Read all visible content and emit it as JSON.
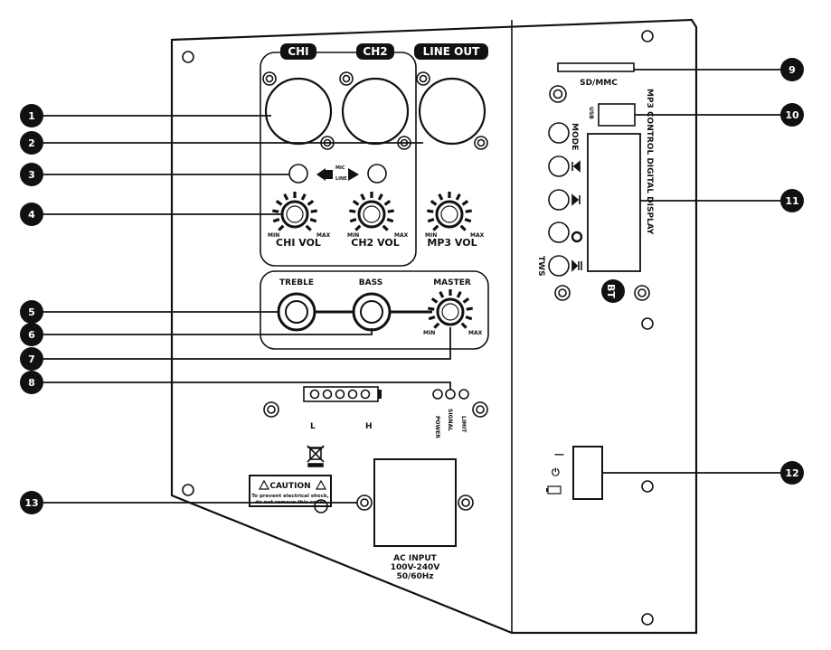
{
  "panel": {
    "jack_headers": {
      "ch1": "CHI",
      "ch2": "CH2",
      "line_out": "LINE OUT"
    },
    "mic_line": {
      "mic": "MIC",
      "line": "LINE"
    },
    "knobs": {
      "ch1_vol": "CHI VOL",
      "ch2_vol": "CH2 VOL",
      "mp3_vol": "MP3 VOL",
      "min": "MIN",
      "max": "MAX",
      "treble": "TREBLE",
      "bass": "BASS",
      "master": "MASTER"
    },
    "led_labels": {
      "l": "L",
      "h": "H",
      "power": "POWER",
      "signal": "SIGNAL",
      "limit": "LIMIT"
    },
    "caution": {
      "title": "CAUTION",
      "line1": "To prevent electrical shock,",
      "line2": "do not remove this cover"
    },
    "ac_input": {
      "line1": "AC INPUT",
      "line2": "100V-240V",
      "line3": "50/60Hz"
    },
    "mp3_module": {
      "sd": "SD/MMC",
      "usb": "USB",
      "mode": "MODE",
      "tws": "TWS",
      "bt": "BT",
      "display": "MP3 CONTROL DIGITAL DISPLAY"
    },
    "switch": {
      "off": "—",
      "on": "⏻"
    }
  },
  "callouts": [
    "1",
    "2",
    "3",
    "4",
    "5",
    "6",
    "7",
    "8",
    "9",
    "10",
    "11",
    "12",
    "13"
  ]
}
